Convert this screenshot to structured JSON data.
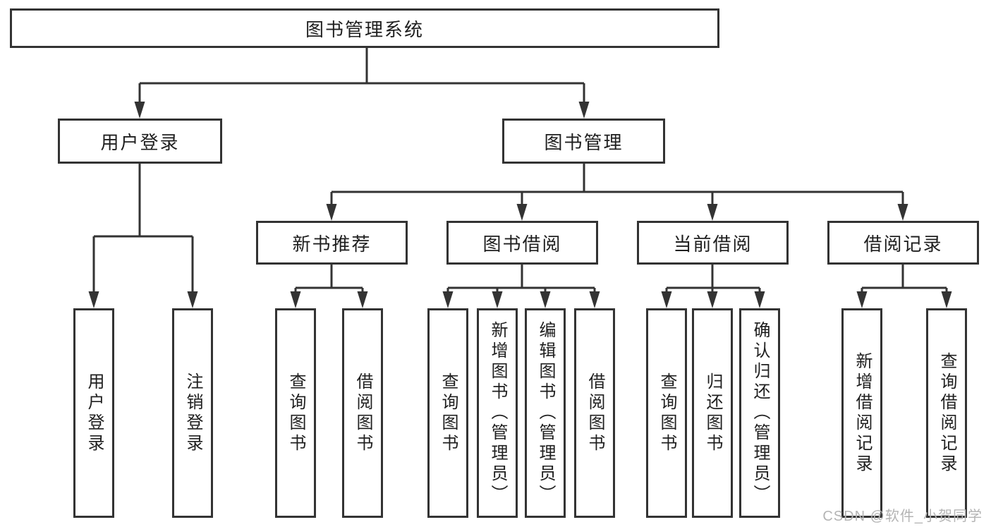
{
  "diagram_title": "图书管理系统",
  "tree": {
    "label": "图书管理系统",
    "children": [
      {
        "label": "用户登录",
        "children": [
          {
            "label": "用户登录"
          },
          {
            "label": "注销登录"
          }
        ]
      },
      {
        "label": "图书管理",
        "children": [
          {
            "label": "新书推荐",
            "children": [
              {
                "label": "查询图书"
              },
              {
                "label": "借阅图书"
              }
            ]
          },
          {
            "label": "图书借阅",
            "children": [
              {
                "label": "查询图书"
              },
              {
                "label": "新增图书（管理员）"
              },
              {
                "label": "编辑图书（管理员）"
              },
              {
                "label": "借阅图书"
              }
            ]
          },
          {
            "label": "当前借阅",
            "children": [
              {
                "label": "查询图书"
              },
              {
                "label": "归还图书"
              },
              {
                "label": "确认归还（管理员）"
              }
            ]
          },
          {
            "label": "借阅记录",
            "children": [
              {
                "label": "新增借阅记录"
              },
              {
                "label": "查询借阅记录"
              }
            ]
          }
        ]
      }
    ]
  },
  "watermark": {
    "text": "CSDN @软件_小贺同学",
    "color": "#b4b4b4"
  },
  "colors": {
    "line": "#333333",
    "box_border": "#333333",
    "box_fill": "#ffffff",
    "text": "#1f1f1f",
    "background": "#ffffff"
  }
}
